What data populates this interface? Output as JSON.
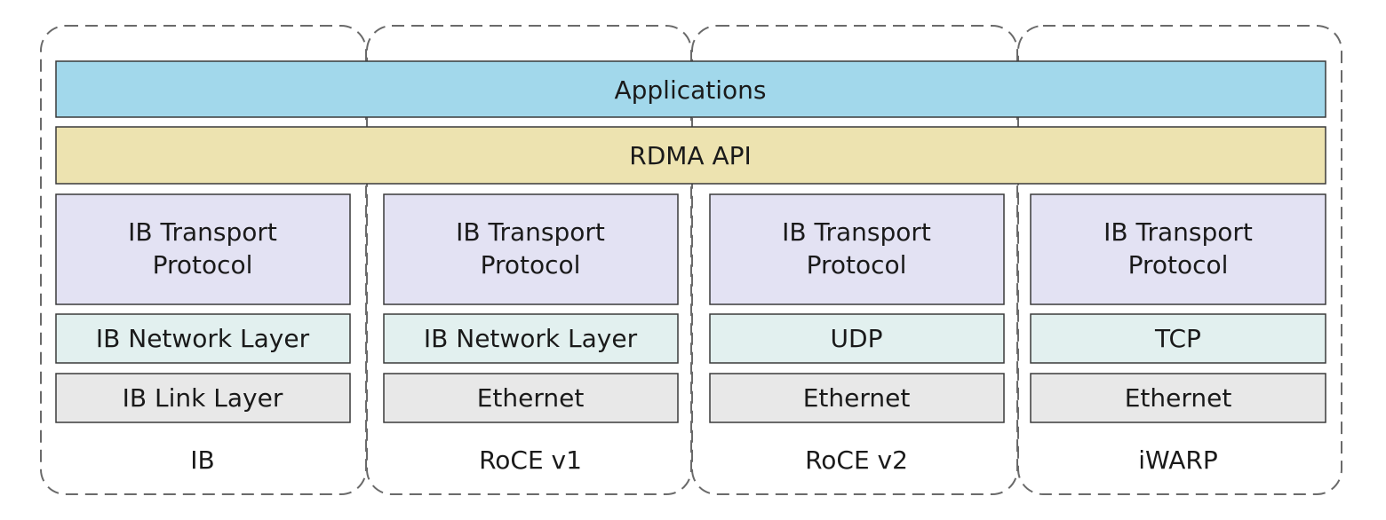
{
  "shared_layers": [
    {
      "id": "applications",
      "label": "Applications",
      "color": "#a2d8eb"
    },
    {
      "id": "rdma-api",
      "label": "RDMA API",
      "color": "#ede3b0"
    }
  ],
  "colors": {
    "transport": "#e3e2f3",
    "network": "#e2f0ef",
    "link": "#e8e8e8",
    "border": "#3a3a3a",
    "dashed": "#6a6a6a"
  },
  "stacks": [
    {
      "id": "ib",
      "name": "IB",
      "transport": [
        "IB Transport",
        "Protocol"
      ],
      "network": "IB Network Layer",
      "link": "IB Link Layer"
    },
    {
      "id": "roce-v1",
      "name": "RoCE v1",
      "transport": [
        "IB Transport",
        "Protocol"
      ],
      "network": "IB Network Layer",
      "link": "Ethernet"
    },
    {
      "id": "roce-v2",
      "name": "RoCE v2",
      "transport": [
        "IB Transport",
        "Protocol"
      ],
      "network": "UDP",
      "link": "Ethernet"
    },
    {
      "id": "iwarp",
      "name": "iWARP",
      "transport": [
        "IB Transport",
        "Protocol"
      ],
      "network": "TCP",
      "link": "Ethernet"
    }
  ]
}
